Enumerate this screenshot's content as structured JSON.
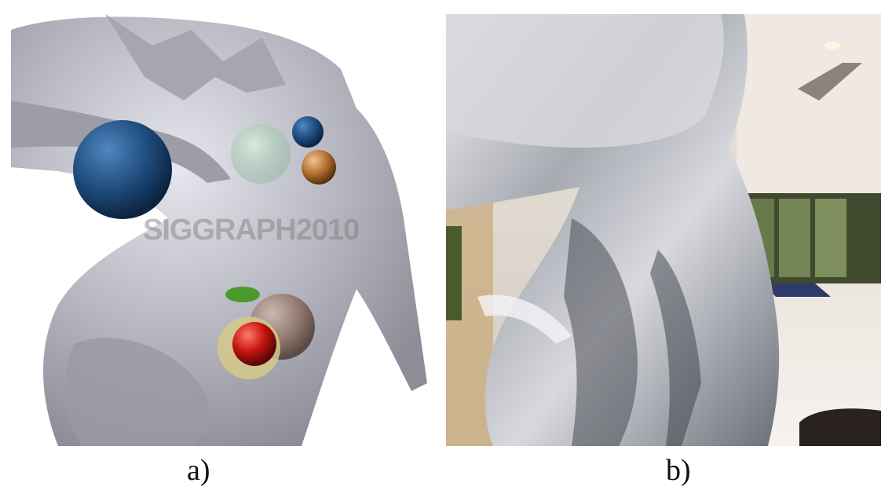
{
  "figure": {
    "panels": [
      {
        "id": "a",
        "caption": "a)",
        "watermark": "SIGGRAPH2010",
        "subject": "reflective dragon statue with colored spheres"
      },
      {
        "id": "b",
        "caption": "b)",
        "subject": "chrome dragon statue close-up in lobby interior"
      }
    ]
  },
  "colors": {
    "dragon_silver": "#b8b8c2",
    "sphere_blue": "#1d4a7a",
    "sphere_red": "#c4140e",
    "sphere_orange": "#b06a2a",
    "sphere_green": "#4a9a2a",
    "sphere_gold": "#d6c88a",
    "lobby_floor": "#efe9e2"
  }
}
